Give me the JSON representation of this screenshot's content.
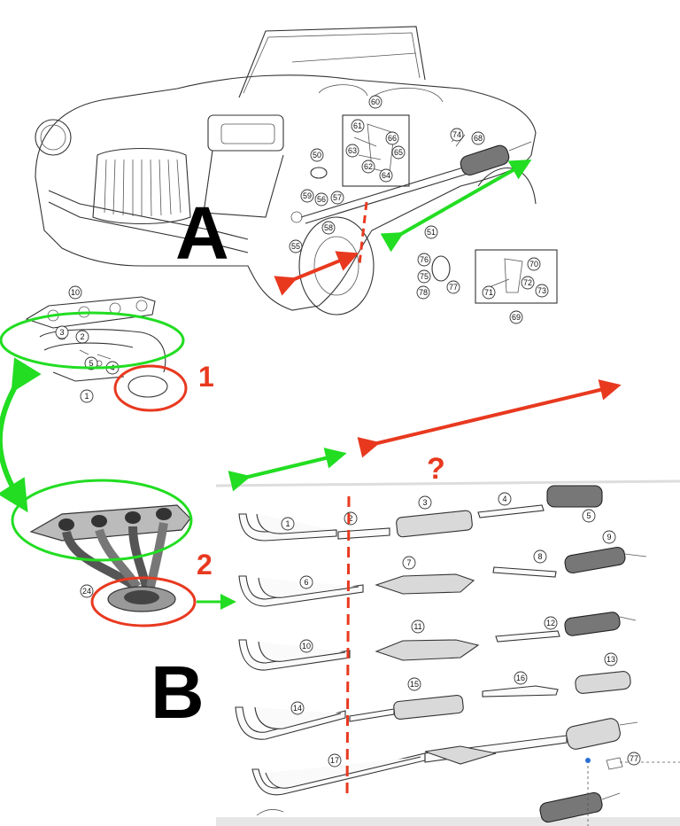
{
  "labels": {
    "section_a": "A",
    "section_b": "B",
    "marker_1": "1",
    "marker_2": "2",
    "question": "?"
  },
  "part_numbers_a": [
    "60",
    "61",
    "63",
    "66",
    "65",
    "62",
    "64",
    "74",
    "68",
    "50",
    "59",
    "56",
    "57",
    "58",
    "55",
    "51",
    "76",
    "75",
    "77",
    "78",
    "70",
    "71",
    "72",
    "73",
    "69"
  ],
  "part_numbers_manifold": [
    "10",
    "3",
    "2",
    "5",
    "4",
    "1"
  ],
  "part_number_header": "24",
  "part_numbers_b": [
    "1",
    "2",
    "3",
    "4",
    "5",
    "6",
    "7",
    "8",
    "9",
    "10",
    "11",
    "12",
    "13",
    "14",
    "15",
    "16",
    "17",
    "77"
  ],
  "colors": {
    "red": "#e8391f",
    "green": "#22dd22",
    "line": "#333333"
  }
}
